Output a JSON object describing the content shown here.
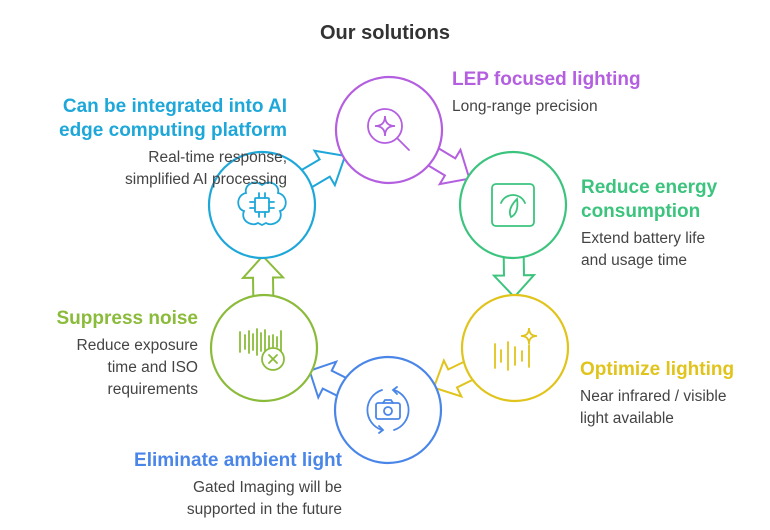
{
  "title": "Our solutions",
  "colors": {
    "purple": "#b45ee0",
    "green": "#3cc47e",
    "yellow": "#e0c41c",
    "blue": "#4a86e8",
    "lime": "#8bbb3a",
    "cyan": "#1ea7d9"
  },
  "steps": [
    {
      "id": "lep",
      "title_lines": [
        "LEP focused lighting"
      ],
      "desc_lines": [
        "Long-range precision"
      ],
      "icon": "search-sparkle-icon",
      "color": "purple"
    },
    {
      "id": "energy",
      "title_lines": [
        "Reduce energy",
        "consumption"
      ],
      "desc_lines": [
        "Extend battery life",
        "and usage time"
      ],
      "icon": "gauge-icon",
      "color": "green"
    },
    {
      "id": "optimize",
      "title_lines": [
        "Optimize lighting"
      ],
      "desc_lines": [
        "Near infrared / visible",
        "light available"
      ],
      "icon": "sound-sparkle-icon",
      "color": "yellow"
    },
    {
      "id": "ambient",
      "title_lines": [
        "Eliminate ambient light"
      ],
      "desc_lines": [
        "Gated Imaging will be",
        "supported in the future"
      ],
      "icon": "camera-rotate-icon",
      "color": "blue"
    },
    {
      "id": "noise",
      "title_lines": [
        "Suppress noise"
      ],
      "desc_lines": [
        "Reduce exposure",
        "time and ISO",
        "requirements"
      ],
      "icon": "noise-cancel-icon",
      "color": "lime"
    },
    {
      "id": "ai",
      "title_lines": [
        "Can be integrated into AI",
        "edge computing platform"
      ],
      "desc_lines": [
        "Real-time response,",
        "simplified AI processing"
      ],
      "icon": "brain-chip-icon",
      "color": "cyan"
    }
  ]
}
